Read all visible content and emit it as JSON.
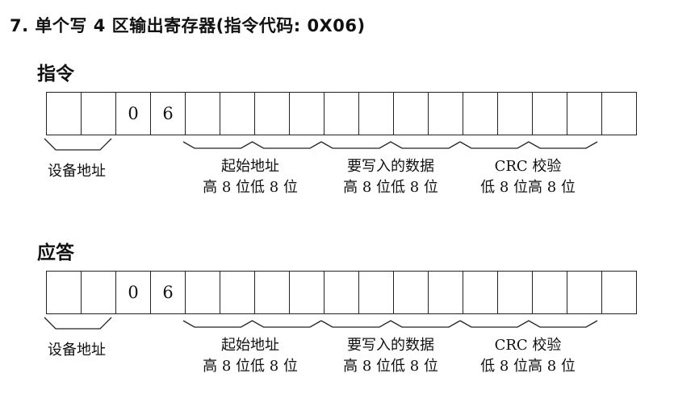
{
  "title": "7. 单个写 4 区输出寄存器(指令代码: 0X06)",
  "frames": [
    {
      "heading": "指令",
      "cells": [
        "",
        "",
        "0",
        "6",
        "",
        "",
        "",
        "",
        "",
        "",
        "",
        "",
        "",
        "",
        "",
        "",
        ""
      ],
      "groups": [
        {
          "lines": [
            "设备地址"
          ]
        },
        {
          "lines": [
            "起始地址",
            "高 8 位低 8 位"
          ]
        },
        {
          "lines": [
            "要写入的数据",
            "高 8 位低 8 位"
          ]
        },
        {
          "lines": [
            "CRC 校验",
            "低 8 位高 8 位"
          ]
        }
      ]
    },
    {
      "heading": "应答",
      "cells": [
        "",
        "",
        "0",
        "6",
        "",
        "",
        "",
        "",
        "",
        "",
        "",
        "",
        "",
        "",
        "",
        "",
        ""
      ],
      "groups": [
        {
          "lines": [
            "设备地址"
          ]
        },
        {
          "lines": [
            "起始地址",
            "高 8 位低 8 位"
          ]
        },
        {
          "lines": [
            "要写入的数据",
            "高 8 位低 8 位"
          ]
        },
        {
          "lines": [
            "CRC 校验",
            "低 8 位高 8 位"
          ]
        }
      ]
    }
  ]
}
